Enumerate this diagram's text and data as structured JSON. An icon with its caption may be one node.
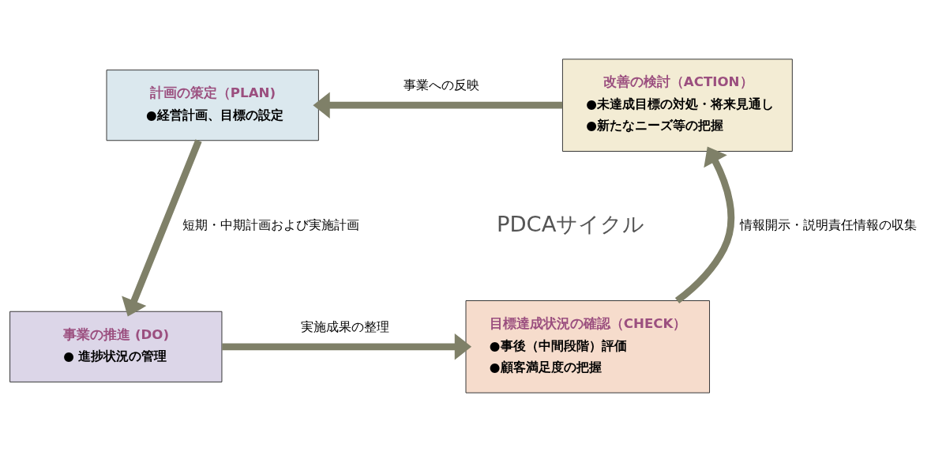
{
  "diagram": {
    "nodes": [
      {
        "text": [
          "計画の策定（PLAN)",
          "●経営計画、目標の設定"
        ]
      },
      {
        "text": [
          "改善の検討（ACTION）",
          "●未達成目標の対処・将来見通し",
          "●新たなニーズ等の把握"
        ]
      },
      {
        "text": [
          "事業の推進 (DO)",
          "● 進捗状況の管理"
        ]
      },
      {
        "text": [
          "目標達成状況の確認（CHECK）",
          "●事後（中間段階）評価",
          "●顧客満足度の把握"
        ]
      }
    ],
    "edges": [
      {
        "from": 1,
        "to": 0,
        "arrow": "to",
        "label": "事業への反映"
      },
      {
        "from": 0,
        "to": 2,
        "arrow": "to",
        "label": "短期・中期計画および実施計画"
      },
      {
        "from": 2,
        "to": 3,
        "arrow": "to",
        "label": "実施成果の整理"
      },
      {
        "from": 3,
        "to": 1,
        "arrow": "to",
        "label": "情報開示・説明責任情報の収集"
      }
    ],
    "labels": [
      "PDCAサイクル"
    ]
  }
}
